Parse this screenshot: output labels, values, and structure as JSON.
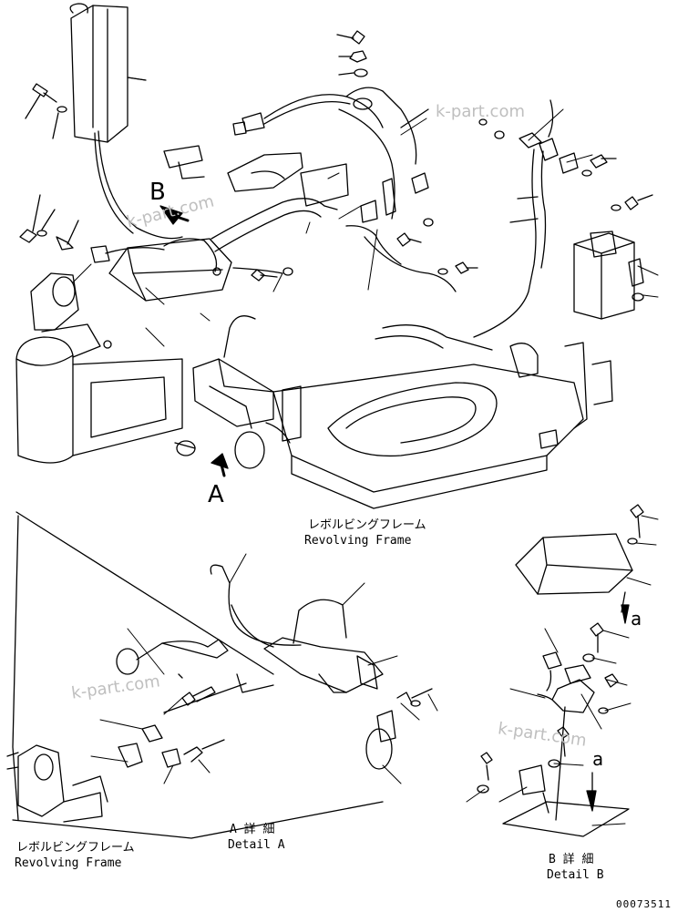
{
  "callouts": {
    "view_a": "A",
    "view_b": "B",
    "arrow_a_upper": "a",
    "arrow_a_lower": "a"
  },
  "labels": {
    "revolving_frame_main_jp": "レボルビングフレーム",
    "revolving_frame_main_en": "Revolving Frame",
    "revolving_frame_detail_jp": "レボルビングフレーム",
    "revolving_frame_detail_en": "Revolving Frame",
    "detail_a_jp": "A 詳 細",
    "detail_a_en": "Detail A",
    "detail_b_jp": "B 詳 細",
    "detail_b_en": "Detail B"
  },
  "watermarks": [
    "k-part.com",
    "k-part.com",
    "k-part.com",
    "k-part.com"
  ],
  "drawing_number": "00073511"
}
